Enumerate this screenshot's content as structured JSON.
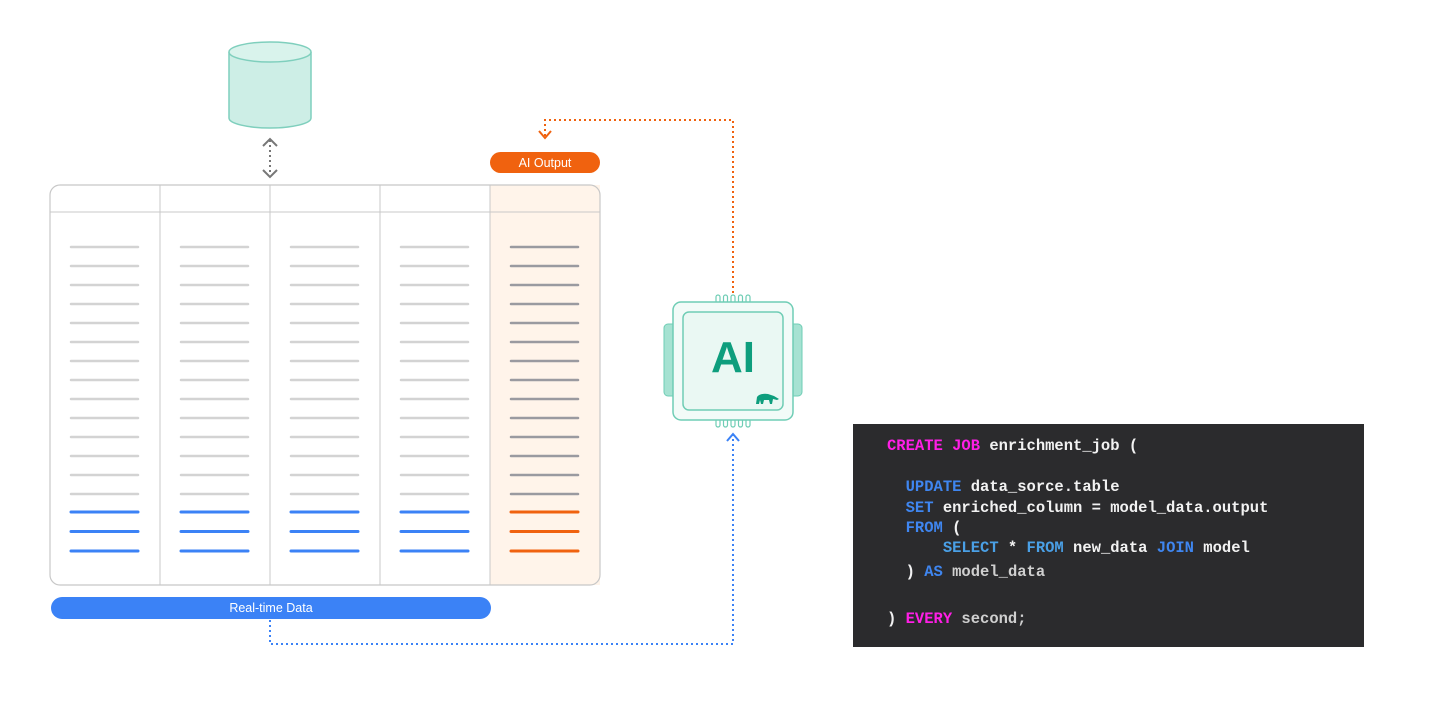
{
  "labels": {
    "ai_output": "AI Output",
    "realtime": "Real-time Data",
    "chip": "AI"
  },
  "colors": {
    "db": "#cdeee6",
    "teal": "#0e9e7d",
    "orange": "#f0620f",
    "blue": "#3b82f6",
    "gray_line": "#d3d3d3",
    "dark_line": "#9a9aa0",
    "output_bg": "#fff4ea"
  },
  "icons": {
    "database": "database-icon",
    "chip": "ai-chip-icon",
    "logo": "bear-logo-icon"
  },
  "table": {
    "columns": 5,
    "gray_rows": 14,
    "new_rows": 3
  },
  "code": [
    [
      {
        "t": "CREATE JOB",
        "c": "kw1"
      },
      {
        "t": " enrichment_job ("
      }
    ],
    [],
    [
      {
        "t": "  "
      },
      {
        "t": "UPDATE",
        "c": "kw2"
      },
      {
        "t": " data_sorce.table"
      }
    ],
    [
      {
        "t": "  "
      },
      {
        "t": "SET",
        "c": "kw2"
      },
      {
        "t": " enriched_column = model_data.output"
      }
    ],
    [
      {
        "t": "  "
      },
      {
        "t": "FROM",
        "c": "kw2"
      },
      {
        "t": " ("
      }
    ],
    [
      {
        "t": "      "
      },
      {
        "t": "SELECT",
        "c": "kw3"
      },
      {
        "t": " * "
      },
      {
        "t": "FROM",
        "c": "kw3"
      },
      {
        "t": " new_data "
      },
      {
        "t": "JOIN",
        "c": "kw2"
      },
      {
        "t": " model"
      }
    ],
    [
      {
        "t": "  ) "
      },
      {
        "t": "AS",
        "c": "kw2"
      },
      {
        "t": " model_data",
        "c": "dim"
      }
    ],
    [],
    [
      {
        "t": ") "
      },
      {
        "t": "EVERY",
        "c": "kw1"
      },
      {
        "t": " second;",
        "c": "dim"
      }
    ]
  ]
}
